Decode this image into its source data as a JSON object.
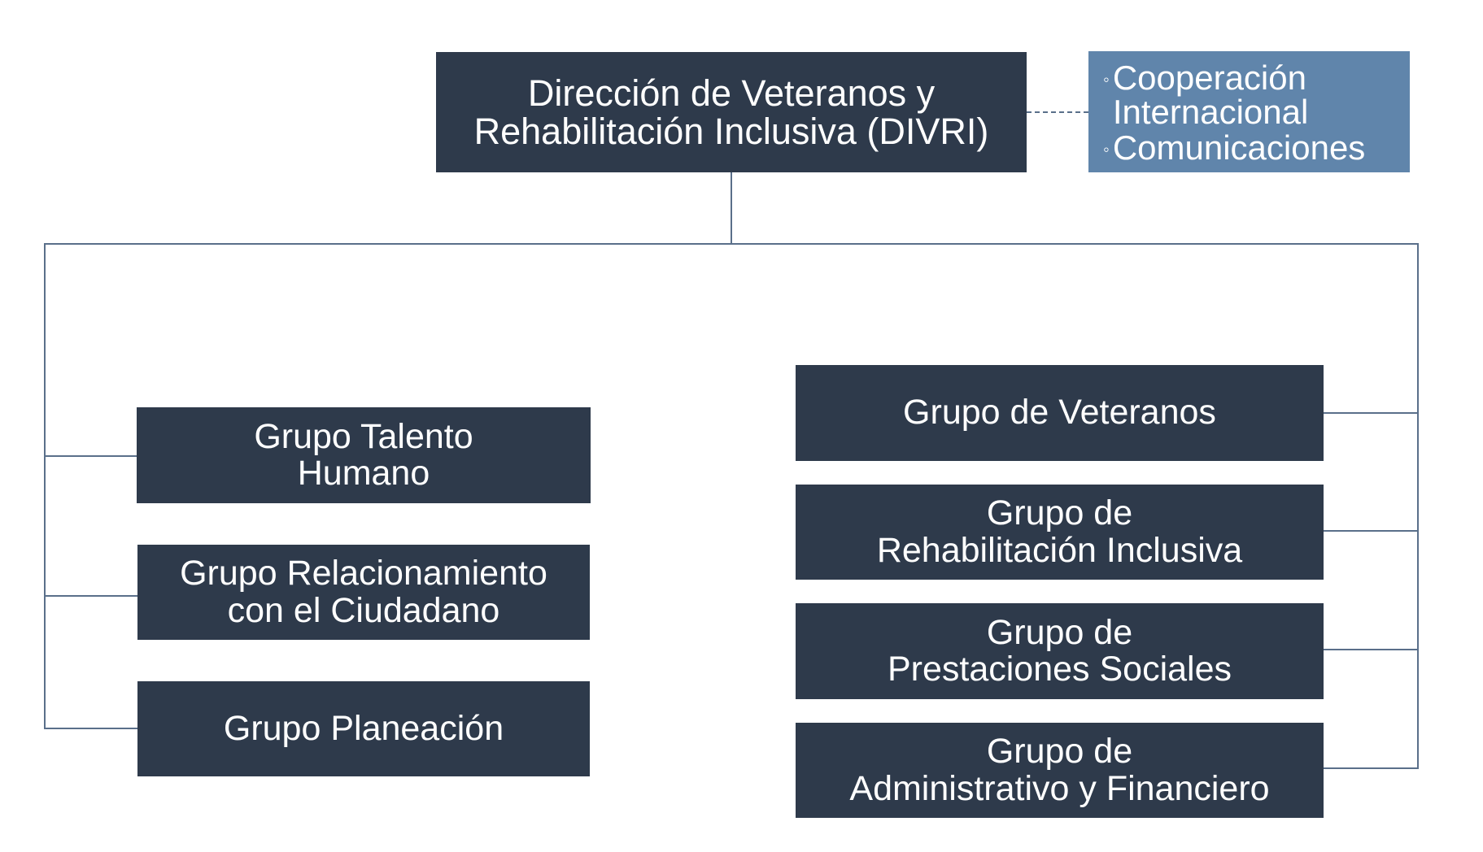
{
  "root": {
    "label": "Dirección de Veteranos y\nRehabilitación Inclusiva (DIVRI)"
  },
  "advisory": {
    "items": [
      "Cooperación\nInternacional",
      "Comunicaciones"
    ],
    "bullet": "◦"
  },
  "left_groups": [
    {
      "label": "Grupo Talento\nHumano"
    },
    {
      "label": "Grupo Relacionamiento\ncon el Ciudadano"
    },
    {
      "label": "Grupo Planeación"
    }
  ],
  "right_groups": [
    {
      "label": "Grupo de Veteranos"
    },
    {
      "label": "Grupo de\nRehabilitación Inclusiva"
    },
    {
      "label": "Grupo de\nPrestaciones Sociales"
    },
    {
      "label": "Grupo de\nAdministrativo y Financiero"
    }
  ],
  "colors": {
    "box": "#2e3a4b",
    "advisory": "#6085ab",
    "line": "#5a6f8a"
  }
}
